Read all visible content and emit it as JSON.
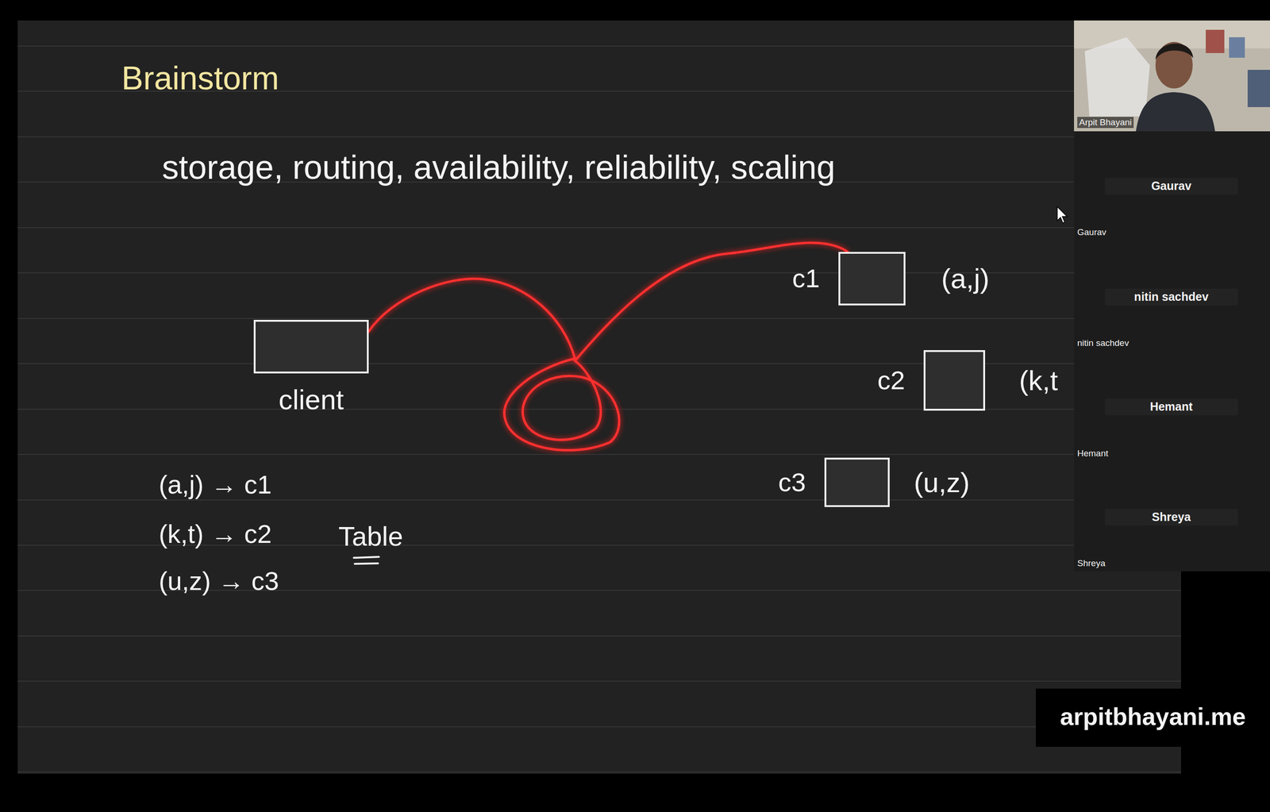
{
  "diagram": {
    "title": "Brainstorm",
    "nodes": [
      {
        "text": [
          "client"
        ]
      },
      {
        "text": [
          "c1",
          "(a,j)"
        ]
      },
      {
        "text": [
          "c2",
          "(k,t"
        ]
      },
      {
        "text": [
          "c3",
          "(u,z)"
        ]
      }
    ],
    "edges": [
      {
        "from": 0,
        "to": 1,
        "arrow": "none"
      }
    ],
    "labels": [
      "storage, routing, availability, reliability, scaling",
      "(a,j) → c1",
      "(k,t) → c2",
      "(u,z) → c3",
      "Table",
      "Arpit Bhayani",
      "Gaurav",
      "Gaurav",
      "nitin sachdev",
      "nitin sachdev",
      "Hemant",
      "Hemant",
      "Shreya",
      "Shreya",
      "arpitbhayani.me"
    ]
  }
}
